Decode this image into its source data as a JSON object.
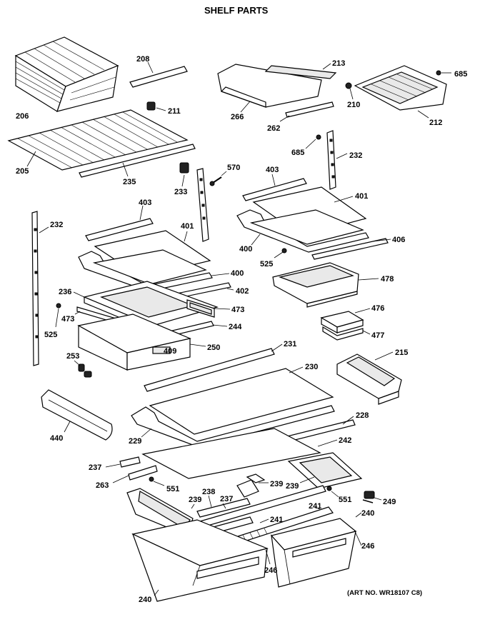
{
  "title": "SHELF PARTS",
  "art_number": "(ART NO. WR18107 C8)",
  "callouts": {
    "c206": "206",
    "c208": "208",
    "c211": "211",
    "c205": "205",
    "c235": "235",
    "c213": "213",
    "c685a": "685",
    "c266": "266",
    "c210": "210",
    "c262": "262",
    "c212": "212",
    "c685b": "685",
    "c232a": "232",
    "c570": "570",
    "c233": "233",
    "c403a": "403",
    "c401a": "401",
    "c406": "406",
    "c400a": "400",
    "c525a": "525",
    "c478": "478",
    "c232b": "232",
    "c403b": "403",
    "c401b": "401",
    "c400b": "400",
    "c236": "236",
    "c402": "402",
    "c473a": "473",
    "c473b": "473",
    "c525b": "525",
    "c244": "244",
    "c409": "409",
    "c250": "250",
    "c253": "253",
    "c476": "476",
    "c477": "477",
    "c231": "231",
    "c230": "230",
    "c215": "215",
    "c228": "228",
    "c229": "229",
    "c440": "440",
    "c242": "242",
    "c237a": "237",
    "c263": "263",
    "c551a": "551",
    "c239a": "239",
    "c238": "238",
    "c237b": "237",
    "c239b": "239",
    "c239c": "239",
    "c551b": "551",
    "c249": "249",
    "c241a": "241",
    "c241b": "241",
    "c240a": "240",
    "c246a": "246",
    "c246b": "246",
    "c240b": "240"
  }
}
